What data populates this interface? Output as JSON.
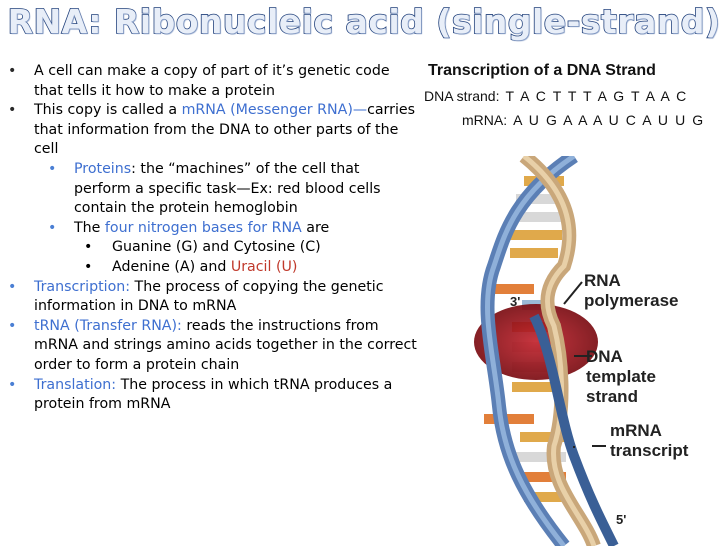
{
  "title": "RNA: Ribonucleic acid (single-strand)",
  "bullets": {
    "b1": "A cell can make a copy of part of it’s genetic code that tells it how to make a protein",
    "b2_pre": "This copy is called a ",
    "b2_hl": "mRNA (Messenger RNA)—",
    "b2_post": "carries that information from the DNA to other parts of the cell",
    "b3_hl": "Proteins",
    "b3_post": ": the “machines” of the cell that perform a specific task—Ex: red blood cells contain the protein hemoglobin",
    "b4_pre": "The ",
    "b4_hl": "four nitrogen bases for RNA",
    "b4_post": " are",
    "b5": "Guanine (G) and Cytosine (C)",
    "b6_pre": "Adenine (A) and ",
    "b6_hl": "Uracil (U)",
    "b7_hl": "Transcription: ",
    "b7_post": "The process of copying the genetic information in DNA to mRNA",
    "b8_hl": "tRNA (Transfer RNA): ",
    "b8_post": "reads the instructions from mRNA and strings amino acids together in the correct order to form a protein chain",
    "b9_hl": "Translation: ",
    "b9_post": "The process in which tRNA produces a protein from mRNA"
  },
  "sequence": {
    "title": "Transcription of a DNA Strand",
    "dna_label": "DNA strand:",
    "dna_value": "T A C T T T A G T A A C",
    "mrna_label": "mRNA:",
    "mrna_value": "A U G A A A U C A U U G"
  },
  "diagram": {
    "rna_polymerase": [
      "RNA",
      "polymerase"
    ],
    "dna_template": [
      "DNA",
      "template",
      "strand"
    ],
    "mrna_transcript": [
      "mRNA",
      "transcript"
    ],
    "three_prime": "3'",
    "five_prime": "5'"
  },
  "colors": {
    "title_fill": "#e8eef8",
    "title_stroke": "#1f3f7a",
    "highlight_blue": "#3e6fd0",
    "highlight_red": "#c0392b",
    "backbone_blue": "#5b7fb5",
    "backbone_tan": "#c9a77a",
    "mrna_strand": "#3a5f96",
    "polymerase": "#a5121c"
  }
}
